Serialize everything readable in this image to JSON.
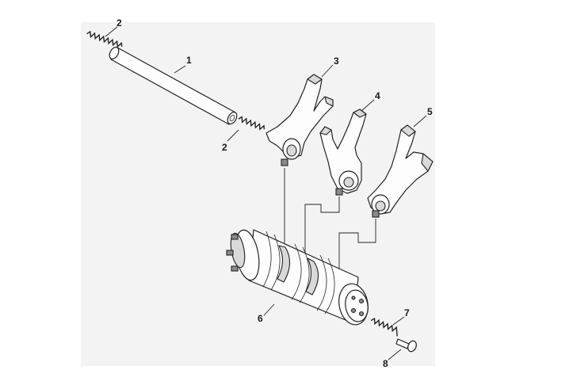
{
  "diagram": {
    "callouts": [
      {
        "id": "2a",
        "label": "2"
      },
      {
        "id": "1",
        "label": "1"
      },
      {
        "id": "2b",
        "label": "2"
      },
      {
        "id": "3",
        "label": "3"
      },
      {
        "id": "4",
        "label": "4"
      },
      {
        "id": "5",
        "label": "5"
      },
      {
        "id": "6",
        "label": "6"
      },
      {
        "id": "7",
        "label": "7"
      },
      {
        "id": "8",
        "label": "8"
      }
    ],
    "parts": [
      {
        "name": "spring-top",
        "icon": "spring-icon"
      },
      {
        "name": "shift-fork-shaft",
        "icon": "shaft-icon"
      },
      {
        "name": "spring-mid",
        "icon": "spring-icon"
      },
      {
        "name": "shift-fork-3",
        "icon": "fork-icon"
      },
      {
        "name": "shift-fork-4",
        "icon": "fork-icon"
      },
      {
        "name": "shift-fork-5",
        "icon": "fork-icon"
      },
      {
        "name": "shift-drum",
        "icon": "drum-icon"
      },
      {
        "name": "spring-drum",
        "icon": "spring-icon"
      },
      {
        "name": "pin",
        "icon": "pin-icon"
      }
    ]
  }
}
